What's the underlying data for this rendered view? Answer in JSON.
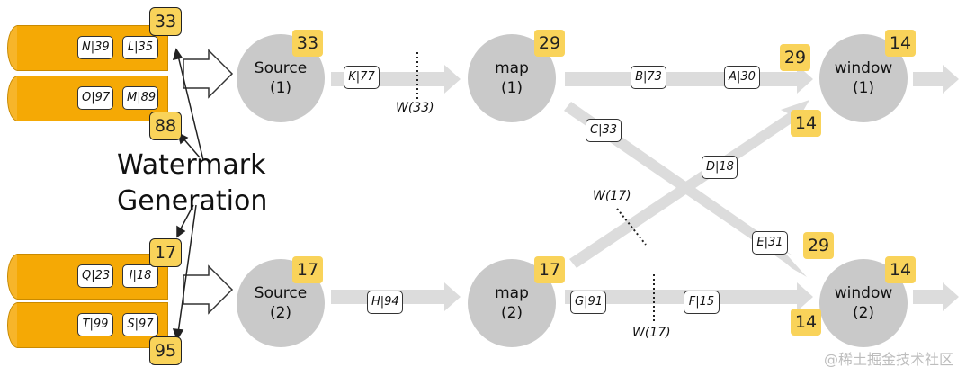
{
  "label": {
    "line1": "Watermark",
    "line2": "Generation"
  },
  "watermark_text": "@稀土掘金技术社区",
  "partitions": [
    {
      "id": "p1",
      "watermark": "33",
      "records": [
        "N|39",
        "L|35"
      ]
    },
    {
      "id": "p2",
      "watermark": "88",
      "records": [
        "O|97",
        "M|89"
      ]
    },
    {
      "id": "p3",
      "watermark": "17",
      "records": [
        "Q|23",
        "I|18"
      ]
    },
    {
      "id": "p4",
      "watermark": "95",
      "records": [
        "T|99",
        "S|97"
      ]
    }
  ],
  "nodes": {
    "source1": {
      "name": "Source",
      "index": "(1)",
      "watermark": "33"
    },
    "source2": {
      "name": "Source",
      "index": "(2)",
      "watermark": "17"
    },
    "map1": {
      "name": "map",
      "index": "(1)",
      "watermark": "29"
    },
    "map2": {
      "name": "map",
      "index": "(2)",
      "watermark": "17"
    },
    "window1": {
      "name": "window",
      "index": "(1)",
      "watermark": "14"
    },
    "window2": {
      "name": "window",
      "index": "(2)",
      "watermark": "14"
    }
  },
  "records": {
    "k77": "K|77",
    "h94": "H|94",
    "b73": "B|73",
    "a30": "A|30",
    "c33": "C|33",
    "d18": "D|18",
    "e31": "E|31",
    "g91": "G|91",
    "f15": "F|15"
  },
  "watermark_labels": {
    "w33": "W(33)",
    "w17_cross": "W(17)",
    "w17_bottom": "W(17)"
  },
  "channel_badges": {
    "window1_from_map1": "29",
    "window1_from_map2": "14",
    "window2_from_map1": "29",
    "window2_from_map2": "14"
  },
  "colors": {
    "partition_fill": "#f5a905",
    "badge_fill": "#f9d35a",
    "node_fill": "#c9c9c9",
    "stream_arrow": "#dcdcdc"
  }
}
